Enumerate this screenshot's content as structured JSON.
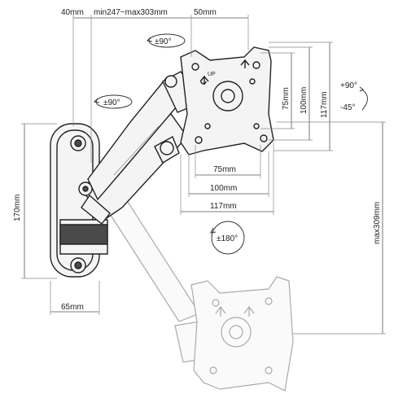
{
  "dimensions": {
    "top_left": "40mm",
    "top_arm_range": "min247~max303mm",
    "top_right": "50mm",
    "vesa_75_v": "75mm",
    "vesa_100_v": "100mm",
    "vesa_117_v": "117mm",
    "vesa_75_h": "75mm",
    "vesa_100_h": "100mm",
    "vesa_117_h": "117mm",
    "wall_plate_height": "170mm",
    "wall_plate_width": "65mm",
    "max_height": "max309mm"
  },
  "rotations": {
    "swivel_top": "±90°",
    "swivel_arm": "±90°",
    "tilt_up": "+90°",
    "tilt_down": "-45°",
    "rotate": "±180°"
  },
  "markings": {
    "up_label": "UP"
  },
  "colors": {
    "line": "#222222",
    "dim_line": "#555555",
    "ghost": "#aaaaaa"
  }
}
